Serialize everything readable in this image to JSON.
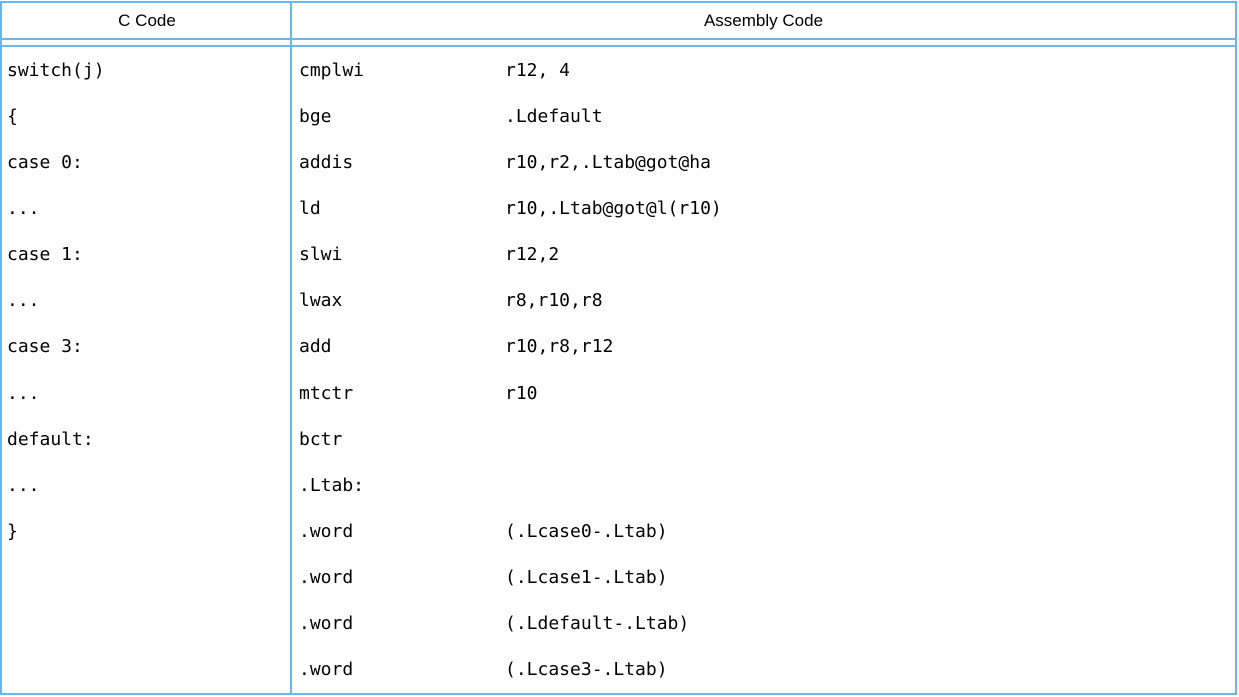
{
  "table": {
    "border_color": "#65b9f0",
    "text_color": "#000000",
    "background_color": "#ffffff",
    "headers": {
      "c_code": "C Code",
      "assembly_code": "Assembly Code"
    },
    "rows": [
      {
        "c": "switch(j)",
        "asm_op": "cmplwi",
        "asm_arg": "r12, 4"
      },
      {
        "c": "{",
        "asm_op": "bge",
        "asm_arg": ".Ldefault"
      },
      {
        "c": "case 0:",
        "asm_op": "addis",
        "asm_arg": "r10,r2,.Ltab@got@ha"
      },
      {
        "c": "...",
        "asm_op": "ld",
        "asm_arg": "r10,.Ltab@got@l(r10)"
      },
      {
        "c": "case 1:",
        "asm_op": "slwi",
        "asm_arg": "r12,2"
      },
      {
        "c": "...",
        "asm_op": "lwax",
        "asm_arg": "r8,r10,r8"
      },
      {
        "c": "case 3:",
        "asm_op": "add",
        "asm_arg": "r10,r8,r12"
      },
      {
        "c": "...",
        "asm_op": "mtctr",
        "asm_arg": "r10"
      },
      {
        "c": "default:",
        "asm_op": "bctr",
        "asm_arg": ""
      },
      {
        "c": "...",
        "asm_op": ".Ltab:",
        "asm_arg": ""
      },
      {
        "c": "}",
        "asm_op": ".word",
        "asm_arg": "(.Lcase0-.Ltab)"
      },
      {
        "c": "",
        "asm_op": ".word",
        "asm_arg": "(.Lcase1-.Ltab)"
      },
      {
        "c": "",
        "asm_op": ".word",
        "asm_arg": "(.Ldefault-.Ltab)"
      },
      {
        "c": "",
        "asm_op": ".word",
        "asm_arg": "(.Lcase3-.Ltab)"
      }
    ]
  }
}
